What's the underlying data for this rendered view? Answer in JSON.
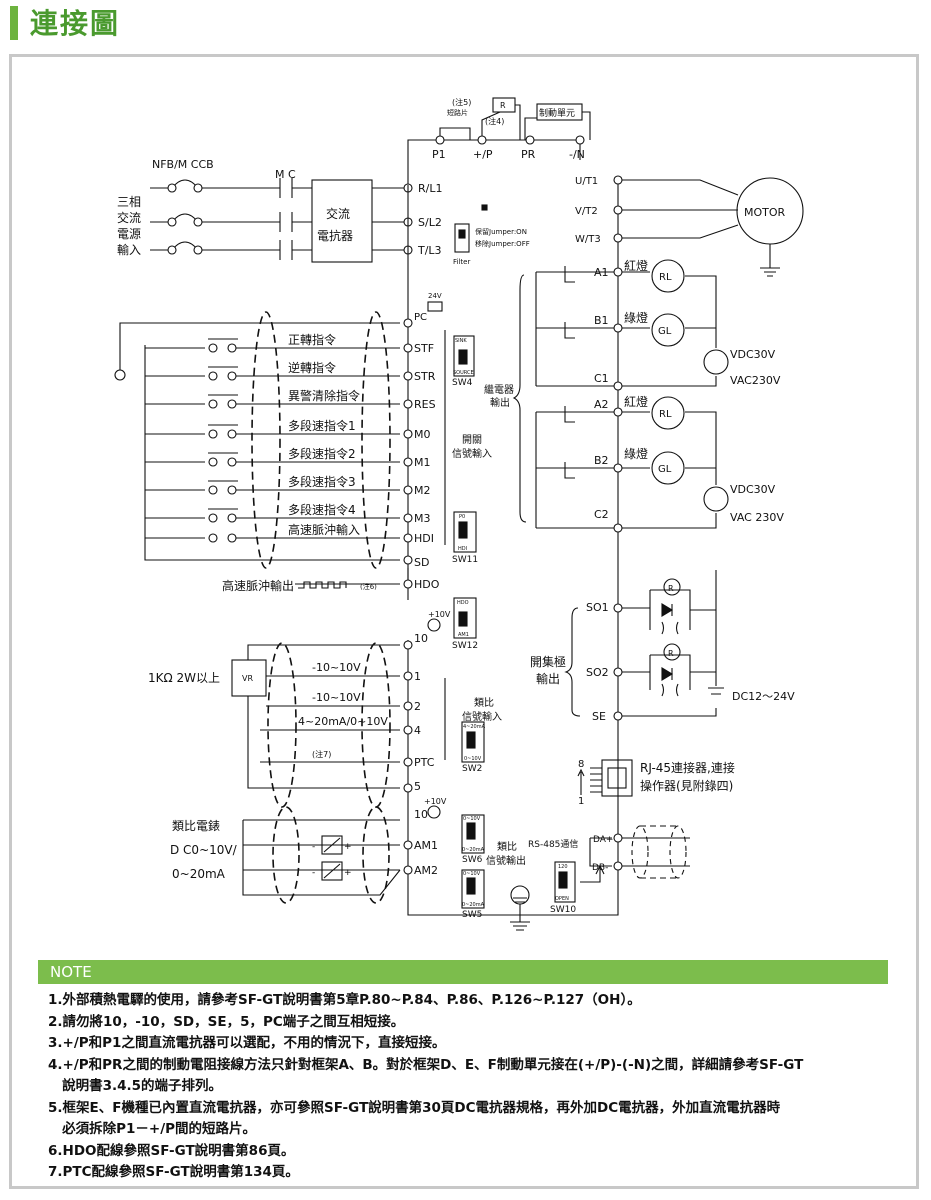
{
  "page_title": "連接圖",
  "power": {
    "nfb_label": "NFB/M CCB",
    "mc_label": "M C",
    "input_lines": [
      "三相",
      "交流",
      "電源",
      "輸入"
    ],
    "reactor_lines": [
      "交流",
      "電抗器"
    ],
    "terminals": [
      "R/L1",
      "S/L2",
      "T/L3"
    ],
    "filter": {
      "on": "保留Jumper:ON",
      "off": "移除Jumper:OFF",
      "label": "Filter"
    }
  },
  "dc_bus": {
    "note5": "(注5)",
    "short_plate": "短路片",
    "note4": "(注4)",
    "resistor": "R",
    "brake_unit": "制動單元",
    "terminals": [
      "P1",
      "+/P",
      "PR",
      "-/N"
    ]
  },
  "motor": {
    "label": "MOTOR",
    "terminals": [
      "U/T1",
      "V/T2",
      "W/T3"
    ]
  },
  "relay": {
    "group_label": [
      "繼電器",
      "輸出"
    ],
    "terminals": [
      "A1",
      "B1",
      "C1",
      "A2",
      "B2",
      "C2"
    ],
    "red_lamp": "紅燈",
    "green_lamp": "綠燈",
    "rl": "RL",
    "gl": "GL",
    "vdc": "VDC30V",
    "vac1": "VAC230V",
    "vac2": "VAC 230V"
  },
  "inputs": {
    "pc_label": "PC",
    "v24": "24V",
    "sw4": {
      "top": "SINK",
      "bottom": "SOURCE",
      "name": "SW4"
    },
    "commands": [
      {
        "label": "正轉指令",
        "terminal": "STF"
      },
      {
        "label": "逆轉指令",
        "terminal": "STR"
      },
      {
        "label": "異警清除指令",
        "terminal": "RES"
      },
      {
        "label": "多段速指令1",
        "terminal": "M0"
      },
      {
        "label": "多段速指令2",
        "terminal": "M1"
      },
      {
        "label": "多段速指令3",
        "terminal": "M2"
      },
      {
        "label": "多段速指令4",
        "terminal": "M3"
      },
      {
        "label": "高速脈沖輸入",
        "terminal": "HDI"
      }
    ],
    "switch_group": [
      "開關",
      "信號輸入"
    ],
    "sw11": {
      "top": "P0",
      "bottom": "HDI",
      "name": "SW11"
    },
    "sd": "SD",
    "hdo_output": "高速脈沖輸出",
    "note6": "(注6)",
    "hdo": "HDO",
    "sw12": {
      "top": "HDO",
      "bottom": "AM1",
      "name": "SW12"
    }
  },
  "analog": {
    "v10": "+10V",
    "t10": "10",
    "vr_label": "1KΩ  2W以上",
    "vr": "VR",
    "rows": [
      {
        "label": "-10~10V",
        "terminal": "1"
      },
      {
        "label": "-10~10V",
        "terminal": "2"
      },
      {
        "label": "4~20mA/0~10V",
        "terminal": "4"
      },
      {
        "label": "(注7)",
        "terminal": "PTC"
      }
    ],
    "t5": "5",
    "group": [
      "類比",
      "信號輸入"
    ],
    "sw2": {
      "top": "4~20mA",
      "bottom": "0~10V",
      "name": "SW2"
    }
  },
  "analog_out": {
    "v10": "+10V",
    "t10": "10",
    "meter": [
      "類比電錶",
      "D C0~10V/",
      "0~20mA"
    ],
    "terminals": [
      "AM1",
      "AM2"
    ],
    "group": [
      "類比",
      "信號輸出"
    ],
    "sw6": {
      "top": "0~10V",
      "bottom": "0~20mA",
      "name": "SW6"
    },
    "sw5": {
      "top": "0~10V",
      "bottom": "0~20mA",
      "name": "SW5"
    }
  },
  "open_collector": {
    "group": [
      "開集極",
      "輸出"
    ],
    "terminals": [
      "SO1",
      "SO2",
      "SE"
    ],
    "r": "R",
    "dc": "DC12〜24V"
  },
  "comm": {
    "rj45": [
      "RJ-45連接器,連接",
      "操作器(見附錄四)"
    ],
    "pin_top": "8",
    "pin_bottom": "1",
    "rs485": "RS-485通信",
    "terminals": [
      "DA+",
      "DB-"
    ],
    "sw10": {
      "top": "120",
      "bottom": "OPEN",
      "name": "SW10"
    }
  },
  "note_header": "NOTE",
  "notes": [
    "1.外部積熱電驛的使用，請參考SF-GT說明書第5章P.80~P.84、P.86、P.126~P.127（OH）。",
    "2.請勿將10，-10，SD，SE，5，PC端子之間互相短接。",
    "3.+/P和P1之間直流電抗器可以選配，不用的情況下，直接短接。",
    "4.+/P和PR之間的制動電阻接線方法只針對框架A、B。對於框架D、E、F制動單元接在(+/P)-(-N)之間，詳細請參考SF-GT\n   說明書3.4.5的端子排列。",
    "5.框架E、F機種已內置直流電抗器，亦可參照SF-GT說明書第30頁DC電抗器規格，再外加DC電抗器，外加直流電抗器時\n   必須拆除P1－+/P間的短路片。",
    "6.HDO配線參照SF-GT說明書第86頁。",
    "7.PTC配線參照SF-GT說明書第134頁。"
  ]
}
